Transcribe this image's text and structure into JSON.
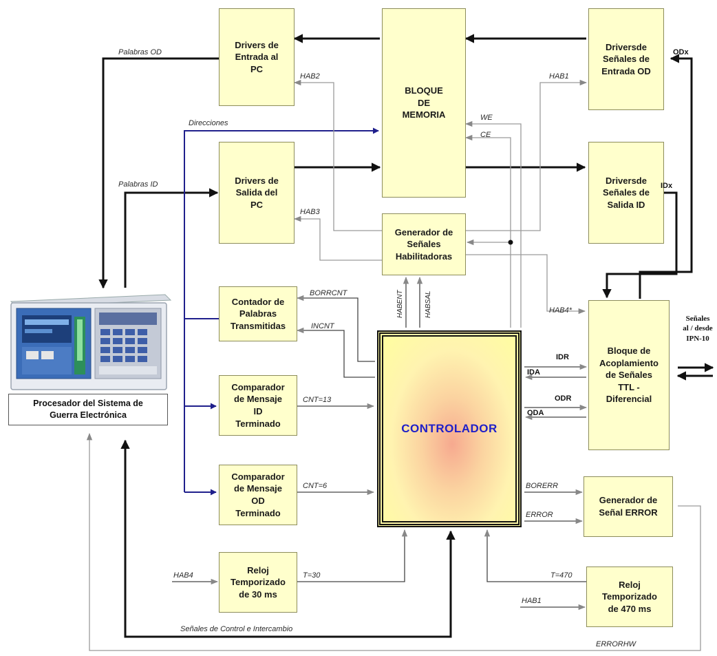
{
  "blocks": {
    "drivers_entrada_pc": "Drivers de\nEntrada al\nPC",
    "bloque_memoria": "BLOQUE\nDE\nMEMORIA",
    "drivers_senales_entrada_od": "Driversde\nSeñales de\nEntrada OD",
    "drivers_salida_pc": "Drivers de\nSalida del\nPC",
    "drivers_senales_salida_id": "Driversde\nSeñales de\nSalida ID",
    "generador_habilitadoras": "Generador de\nSeñales\nHabilitadoras",
    "contador_palabras": "Contador de\nPalabras\nTransmitidas",
    "comparador_id": "Comparador\nde Mensaje\nID\nTerminado",
    "comparador_od": "Comparador\nde Mensaje\nOD\nTerminado",
    "reloj_30": "Reloj\nTemporizado\nde 30 ms",
    "reloj_470": "Reloj\nTemporizado\nde 470 ms",
    "bloque_acoplamiento": "Bloque de\nAcoplamiento\nde Señales\nTTL -\nDiferencial",
    "generador_error": "Generador de\nSeñal ERROR",
    "controlador": "CONTROLADOR",
    "procesador": "Procesador del Sistema de\nGuerra Electrónica"
  },
  "signals": {
    "palabras_od": "Palabras OD",
    "palabras_id": "Palabras ID",
    "direcciones": "Direcciones",
    "hab2": "HAB2",
    "hab1_top": "HAB1",
    "hab3": "HAB3",
    "we": "WE",
    "ce": "CE",
    "odx": "ODx",
    "idx": "IDx",
    "borrcnt": "BORRCNT",
    "incnt": "INCNT",
    "habent": "HABENT",
    "habsal": "HABSAL",
    "hab4_star": "HAB4*",
    "cnt13": "CNT=13",
    "cnt6": "CNT=6",
    "idr": "IDR",
    "ida": "IDA",
    "odr": "ODR",
    "oda": "ODA",
    "borerr": "BORERR",
    "error": "ERROR",
    "hab4": "HAB4",
    "t30": "T=30",
    "t470": "T=470",
    "hab1_bottom": "HAB1",
    "control_intercambio": "Señales de Control e Intercambio",
    "errorhw": "ERRORHW",
    "senales_externas": "Señales\nal / desde\nIPN-10"
  },
  "colors": {
    "block_fill": "#ffffcc",
    "controller_text": "#2020c8",
    "address_bus": "#1f1f8c",
    "enable_lines": "#9a9a9a",
    "data_lines": "#111111"
  }
}
